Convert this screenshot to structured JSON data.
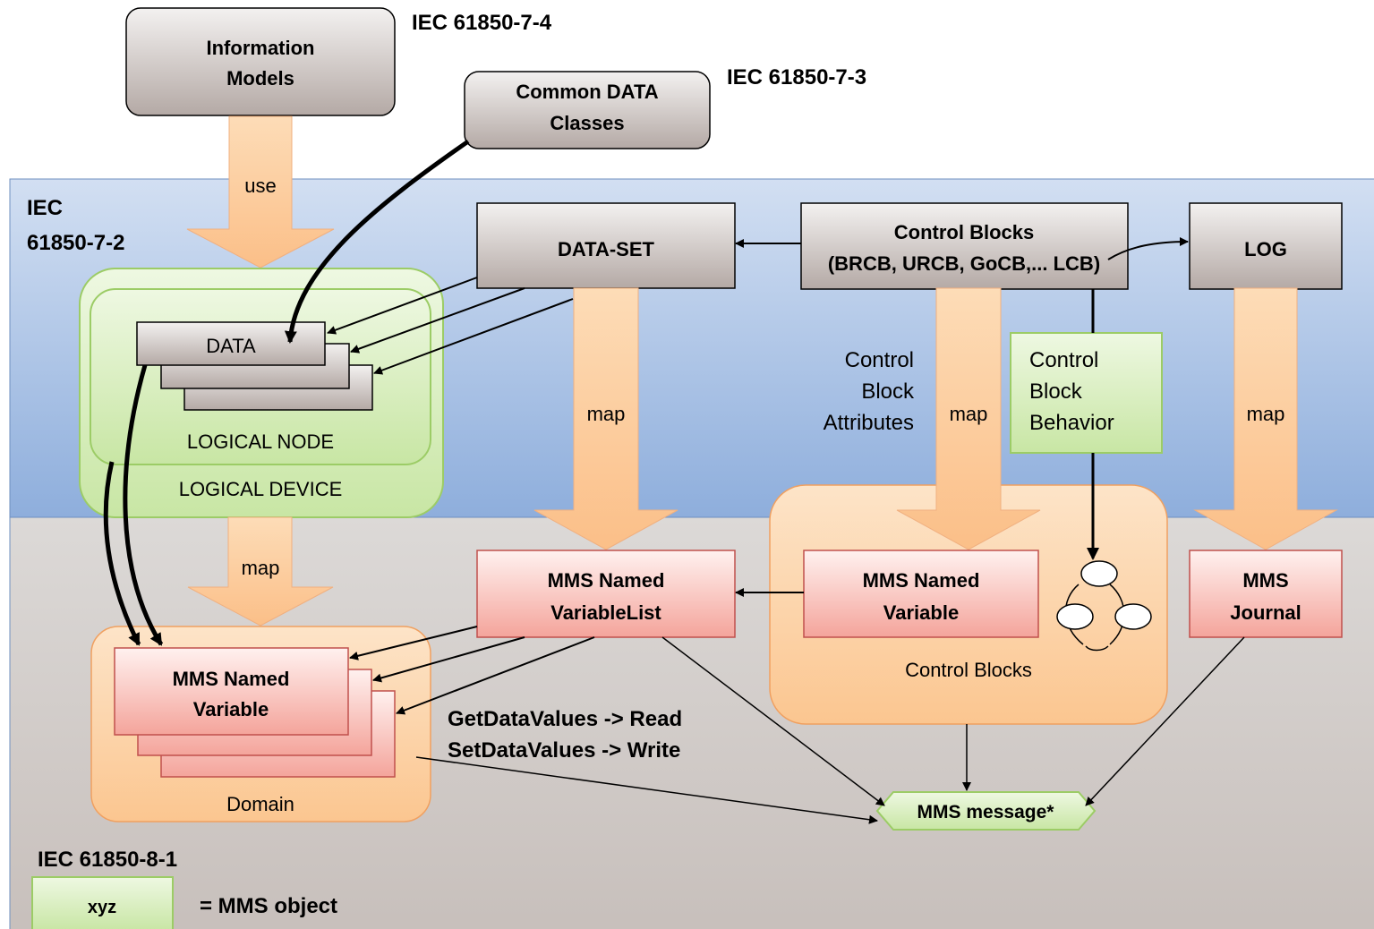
{
  "standards": {
    "iec_7_4": "IEC 61850-7-4",
    "iec_7_3": "IEC 61850-7-3",
    "iec_7_2_line1": "IEC",
    "iec_7_2_line2": "61850-7-2",
    "iec_8_1": "IEC 61850-8-1"
  },
  "top_boxes": {
    "information_models": [
      "Information",
      "Models"
    ],
    "common_data_classes": [
      "Common DATA",
      "Classes"
    ]
  },
  "upper": {
    "use_label": "use",
    "data_set": "DATA-SET",
    "control_blocks": [
      "Control Blocks",
      "(BRCB, URCB, GoCB,... LCB)"
    ],
    "log": "LOG",
    "data": "DATA",
    "logical_node": "LOGICAL NODE",
    "logical_device": "LOGICAL DEVICE",
    "control_block_attributes": [
      "Control",
      "Block",
      "Attributes"
    ],
    "control_block_behavior": [
      "Control",
      "Block",
      "Behavior"
    ]
  },
  "map_labels": {
    "data_set": "map",
    "control_blocks": "map",
    "log": "map",
    "logical_device": "map"
  },
  "lower": {
    "mms_named_variable": [
      "MMS Named",
      "Variable"
    ],
    "domain": "Domain",
    "mms_named_variablelist": [
      "MMS Named",
      "VariableList"
    ],
    "cb_mms_named_variable": [
      "MMS Named",
      "Variable"
    ],
    "control_blocks_group": "Control Blocks",
    "mms_journal": [
      "MMS",
      "Journal"
    ],
    "services": [
      "GetDataValues -> Read",
      "SetDataValues -> Write"
    ],
    "mms_message": "MMS message*"
  },
  "legend": {
    "sample": "xyz",
    "meaning": "= MMS object"
  },
  "colors": {
    "blue_band_top": "#c9d8f0",
    "blue_band_bottom": "#8fb0df",
    "gray_band": "#d6d1ce",
    "orange_arrow": "#fbc898",
    "green_box": "#e2f3cf",
    "red_box_top": "#fde6e4",
    "red_box_bottom": "#f3a59d",
    "gray_box_top": "#f1efee",
    "gray_box_bottom": "#b5aaa6"
  }
}
